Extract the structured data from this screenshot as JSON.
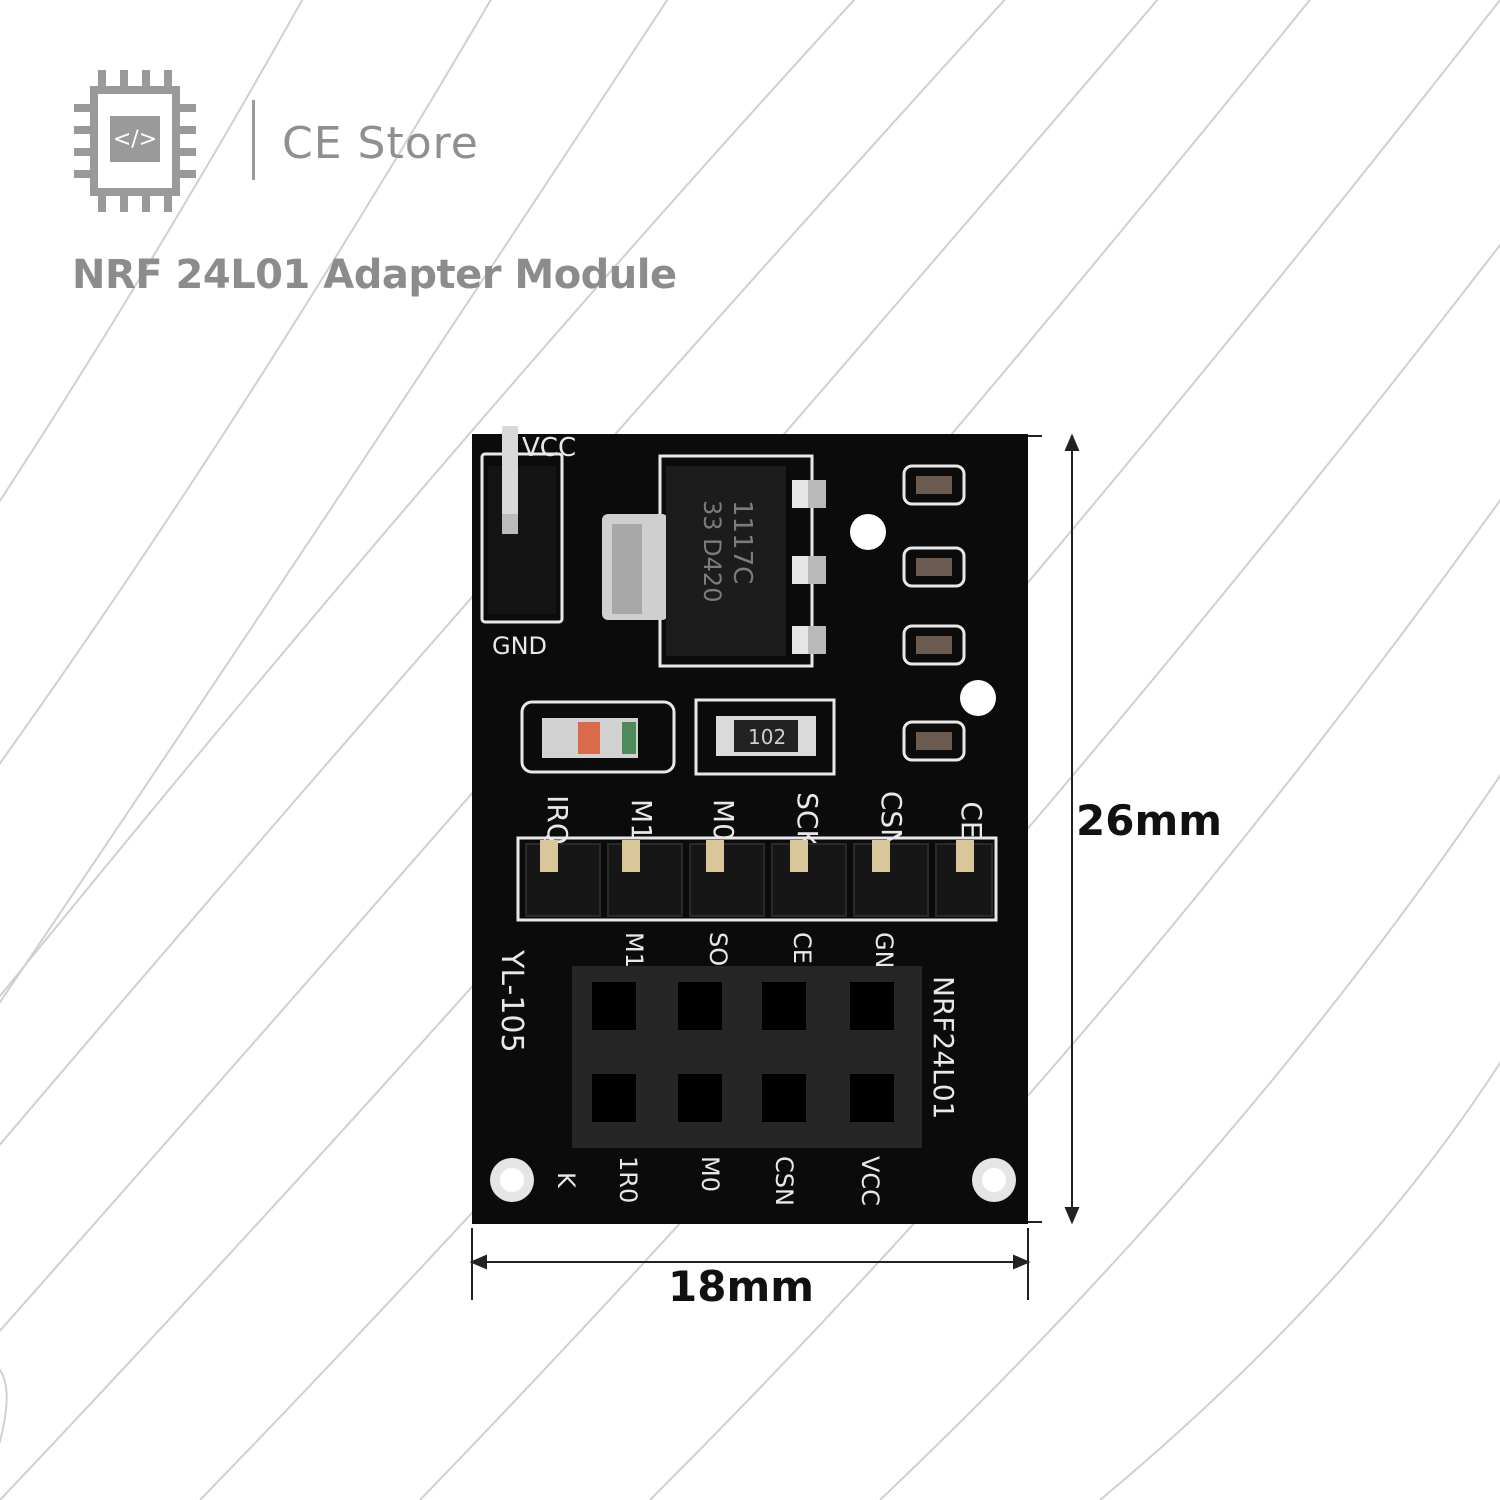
{
  "brand": {
    "name": "CE Store",
    "logo_icon": "chip-code-icon",
    "logo_glyph": "</>"
  },
  "product": {
    "title": "NRF 24L01 Adapter Module"
  },
  "dimensions": {
    "height": "26mm",
    "width": "18mm"
  },
  "board": {
    "model": "YL-105",
    "module_label": "NRF24L01",
    "power_pins": {
      "top": "VCC",
      "bottom": "GND"
    },
    "regulator_marking": [
      "1117C",
      "33 D420"
    ],
    "resistor_marking": "102",
    "header_pins": [
      "IRQ",
      "M1",
      "M0",
      "SCK",
      "CSN",
      "CE"
    ],
    "socket_labels_top": [
      "M1",
      "SO",
      "CE",
      "GN"
    ],
    "socket_labels_bottom": [
      "1R0",
      "M0",
      "CSN",
      "VCC"
    ],
    "corner_mark": "K"
  },
  "colors": {
    "pcb": "#0b0b0b",
    "silkscreen": "#e8e8e8",
    "brand_gray": "#8f8f8f"
  }
}
